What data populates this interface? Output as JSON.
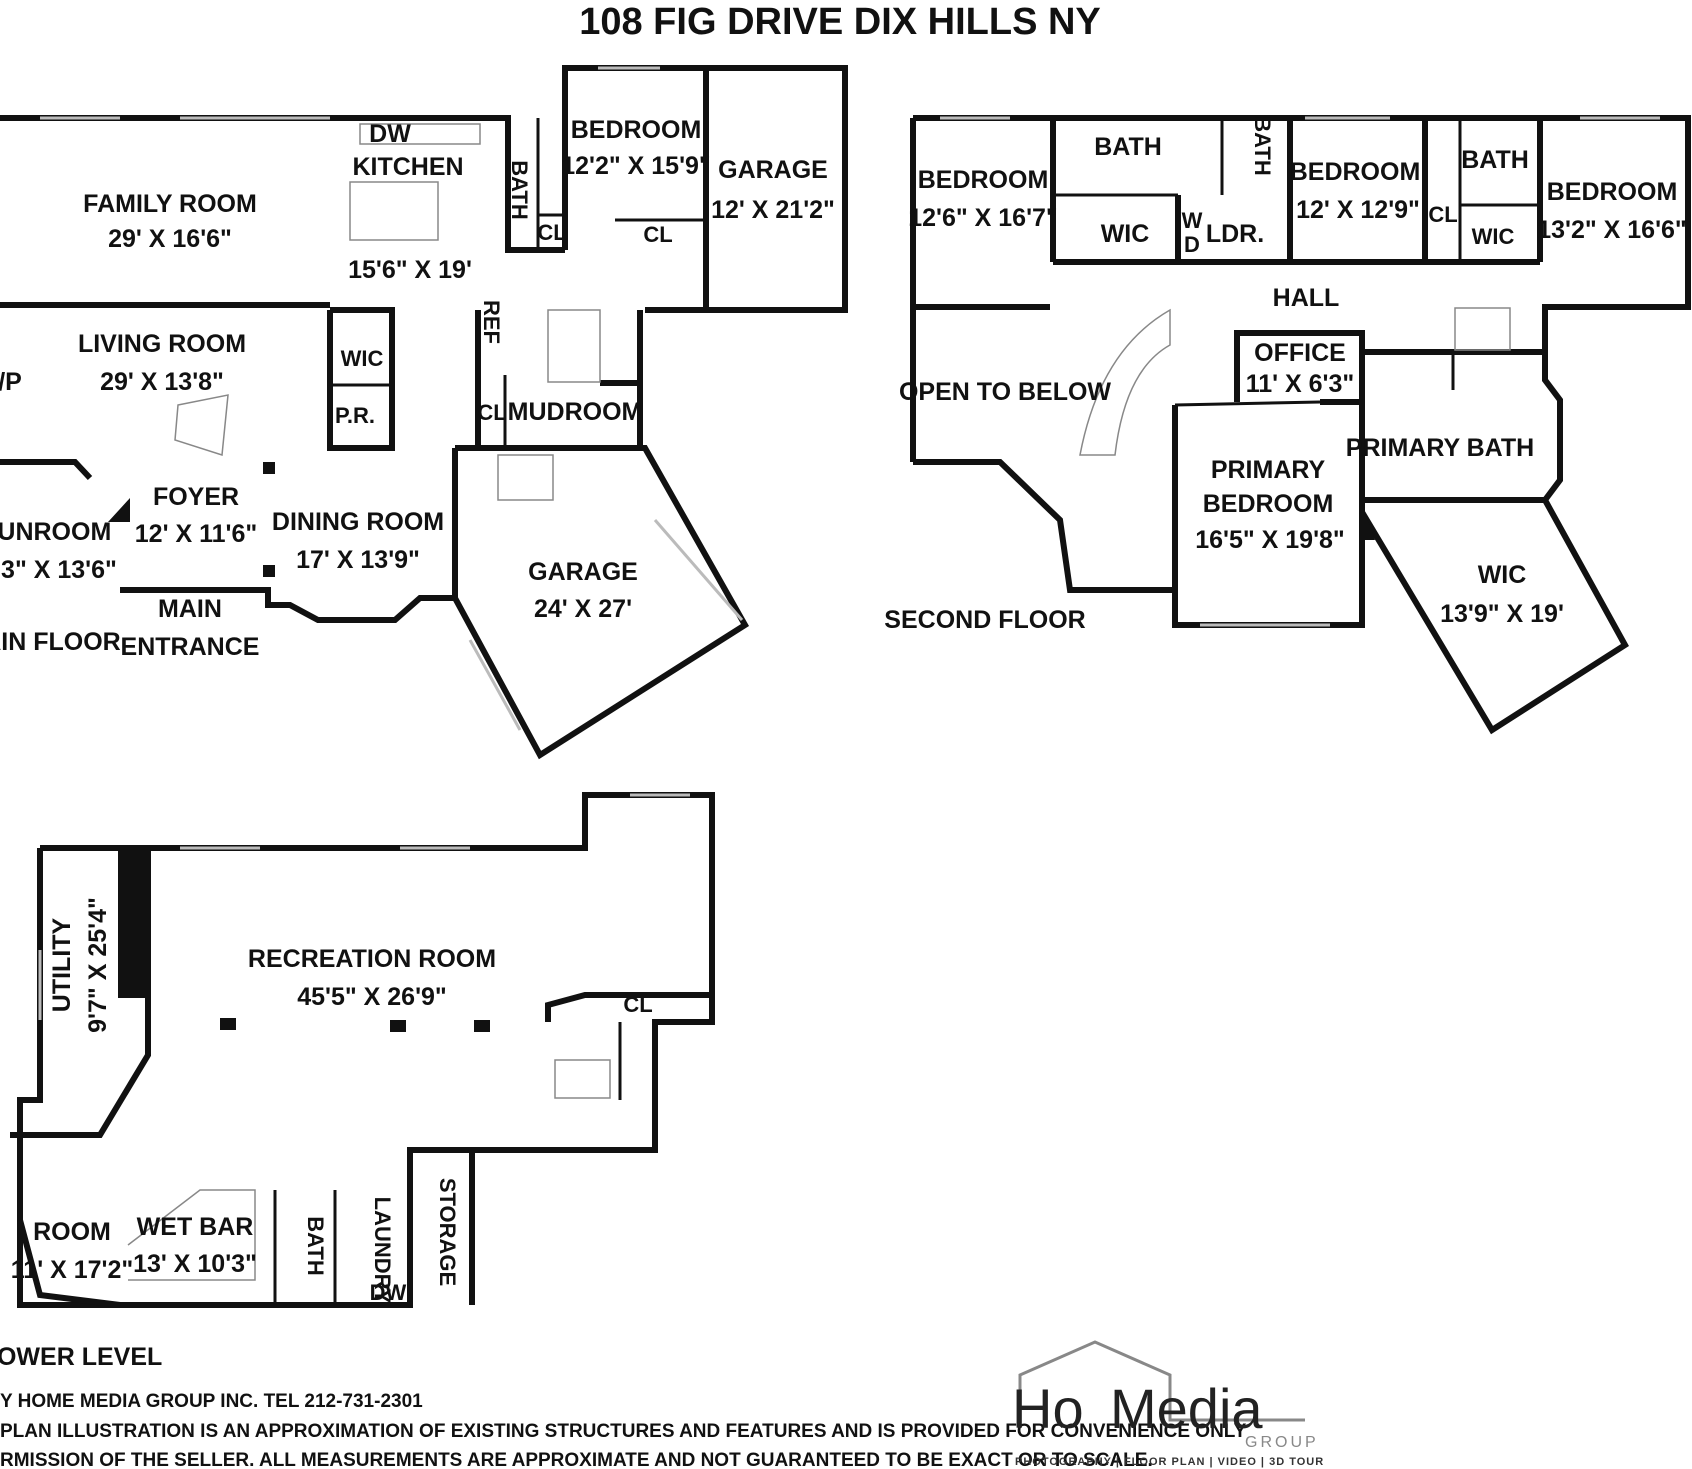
{
  "title": "108 FIG DRIVE DIX HILLS NY",
  "main_floor": {
    "label": "AIN FLOOR",
    "rooms": [
      {
        "name": "FAMILY ROOM",
        "size": "29' X 16'6\""
      },
      {
        "name": "KITCHEN",
        "size": "15'6\" X 19'"
      },
      {
        "name": "DW"
      },
      {
        "name": "BATH"
      },
      {
        "name": "CL"
      },
      {
        "name": "BEDROOM",
        "size": "12'2\" X 15'9\""
      },
      {
        "name": "CL"
      },
      {
        "name": "GARAGE",
        "size": "12' X 21'2\""
      },
      {
        "name": "LIVING ROOM",
        "size": "29' X 13'8\""
      },
      {
        "name": "WIC"
      },
      {
        "name": "P.R."
      },
      {
        "name": "REF"
      },
      {
        "name": "CL"
      },
      {
        "name": "MUDROOM"
      },
      {
        "name": "/P"
      },
      {
        "name": "FOYER",
        "size": "12' X 11'6\""
      },
      {
        "name": "SUNROOM",
        "size": "'3\" X 13'6\""
      },
      {
        "name": "DINING ROOM",
        "size": "17' X 13'9\""
      },
      {
        "name": "GARAGE",
        "size": "24' X 27'"
      },
      {
        "name": "MAIN",
        "size": "ENTRANCE"
      }
    ]
  },
  "second_floor": {
    "label": "SECOND FLOOR",
    "rooms": [
      {
        "name": "BEDROOM",
        "size": "12'6\" X 16'7\""
      },
      {
        "name": "BATH"
      },
      {
        "name": "BATH"
      },
      {
        "name": "WIC"
      },
      {
        "name": "W",
        "size": "D"
      },
      {
        "name": "LDR."
      },
      {
        "name": "BEDROOM",
        "size": "12' X 12'9\""
      },
      {
        "name": "CL"
      },
      {
        "name": "BATH"
      },
      {
        "name": "WIC"
      },
      {
        "name": "BEDROOM",
        "size": "13'2\" X 16'6\""
      },
      {
        "name": "HALL"
      },
      {
        "name": "OPEN TO BELOW"
      },
      {
        "name": "OFFICE",
        "size": "11' X 6'3\""
      },
      {
        "name": "PRIMARY BATH"
      },
      {
        "name": "PRIMARY",
        "size": "BEDROOM"
      },
      {
        "name": "16'5\" X 19'8\""
      },
      {
        "name": "WIC",
        "size": "13'9\" X 19'"
      }
    ]
  },
  "lower_level": {
    "label": "LOWER LEVEL",
    "rooms": [
      {
        "name": "UTILITY",
        "size": "9'7\" X 25'4\""
      },
      {
        "name": "RECREATION ROOM",
        "size": "45'5\" X 26'9\""
      },
      {
        "name": "CL"
      },
      {
        "name": "ROOM",
        "size": "11' X 17'2\""
      },
      {
        "name": "WET BAR",
        "size": "13' X 10'3\""
      },
      {
        "name": "BATH"
      },
      {
        "name": "LAUNDRY"
      },
      {
        "name": "DW"
      },
      {
        "name": "STORAGE"
      }
    ]
  },
  "footer": {
    "line1": "Y  HOME MEDIA GROUP INC.  TEL 212-731-2301",
    "line2": "PLAN ILLUSTRATION IS AN APPROXIMATION OF EXISTING STRUCTURES AND FEATURES AND IS PROVIDED FOR CONVENIENCE ONLY",
    "line3": "RMISSION OF THE SELLER. ALL MEASUREMENTS ARE APPROXIMATE AND NOT GUARANTEED TO BE EXACT OR TO SCALE."
  },
  "logo": {
    "part1": "Ho",
    "part2": "Media",
    "sub": "GROUP",
    "tagline": "PHOTOGRAPHY | FLOOR PLAN | VIDEO | 3D TOUR"
  }
}
